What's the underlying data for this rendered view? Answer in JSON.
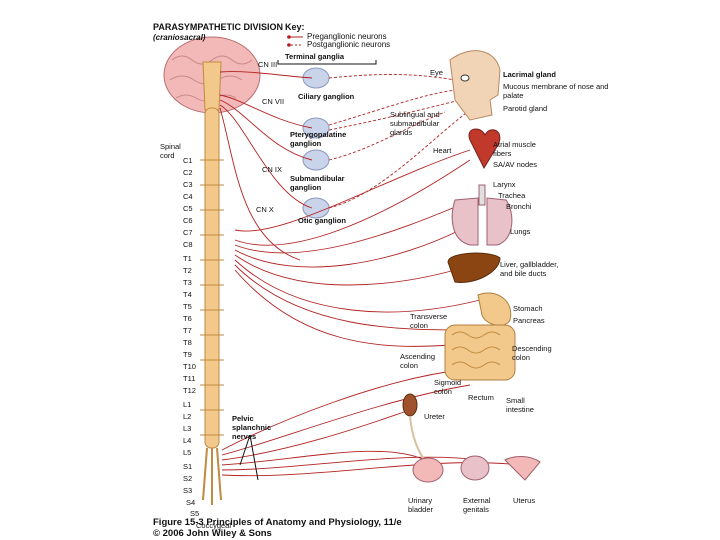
{
  "title": "PARASYMPATHETIC DIVISION",
  "subtitle": "(craniosacral)",
  "key": {
    "heading": "Key:",
    "pre": "Preganglionic neurons",
    "post": "Postganglionic neurons"
  },
  "terminal_ganglia": "Terminal ganglia",
  "cranial_nerves": [
    "CN III",
    "CN VII",
    "CN IX",
    "CN X"
  ],
  "ganglia": {
    "ciliary": "Ciliary ganglion",
    "pterygopalatine": "Pterygopalatine ganglion",
    "submandibular": "Submandibular ganglion",
    "otic": "Otic ganglion"
  },
  "spinal_cord": "Spinal cord",
  "segments": [
    "C1",
    "C2",
    "C3",
    "C4",
    "C5",
    "C6",
    "C7",
    "C8",
    "T1",
    "T2",
    "T3",
    "T4",
    "T5",
    "T6",
    "T7",
    "T8",
    "T9",
    "T10",
    "T11",
    "T12",
    "L1",
    "L2",
    "L3",
    "L4",
    "L5",
    "S1",
    "S2",
    "S3",
    "S4",
    "S5"
  ],
  "coccygeal": "Coccygeal",
  "pelvic": "Pelvic splanchnic nerves",
  "organs": {
    "eye": "Eye",
    "lacrimal": "Lacrimal gland",
    "mucous": "Mucous membrane of nose and palate",
    "parotid": "Parotid gland",
    "sublingual": "Sublingual and submandibular glands",
    "heart": "Heart",
    "atrial": "Atrial muscle fibers",
    "sanodes": "SA/AV nodes",
    "larynx": "Larynx",
    "trachea": "Trachea",
    "bronchi": "Bronchi",
    "lungs": "Lungs",
    "liver": "Liver, gallbladder, and bile ducts",
    "stomach": "Stomach",
    "pancreas": "Pancreas",
    "transverse": "Transverse colon",
    "descending": "Descending colon",
    "ascending": "Ascending colon",
    "sigmoid": "Sigmoid colon",
    "rectum": "Rectum",
    "small": "Small intestine",
    "ureter": "Ureter",
    "bladder": "Urinary bladder",
    "genitals": "External genitals",
    "uterus": "Uterus"
  },
  "caption": {
    "line1": "Figure 15-3 Principles of Anatomy and Physiology, 11/e",
    "line2": "© 2006 John Wiley & Sons"
  },
  "colors": {
    "nerve": "#b22222",
    "cord": "#f2c98a",
    "brain": "#f3b8b8",
    "ganglion": "#c9d3ea",
    "organ": "#d9a07a"
  }
}
